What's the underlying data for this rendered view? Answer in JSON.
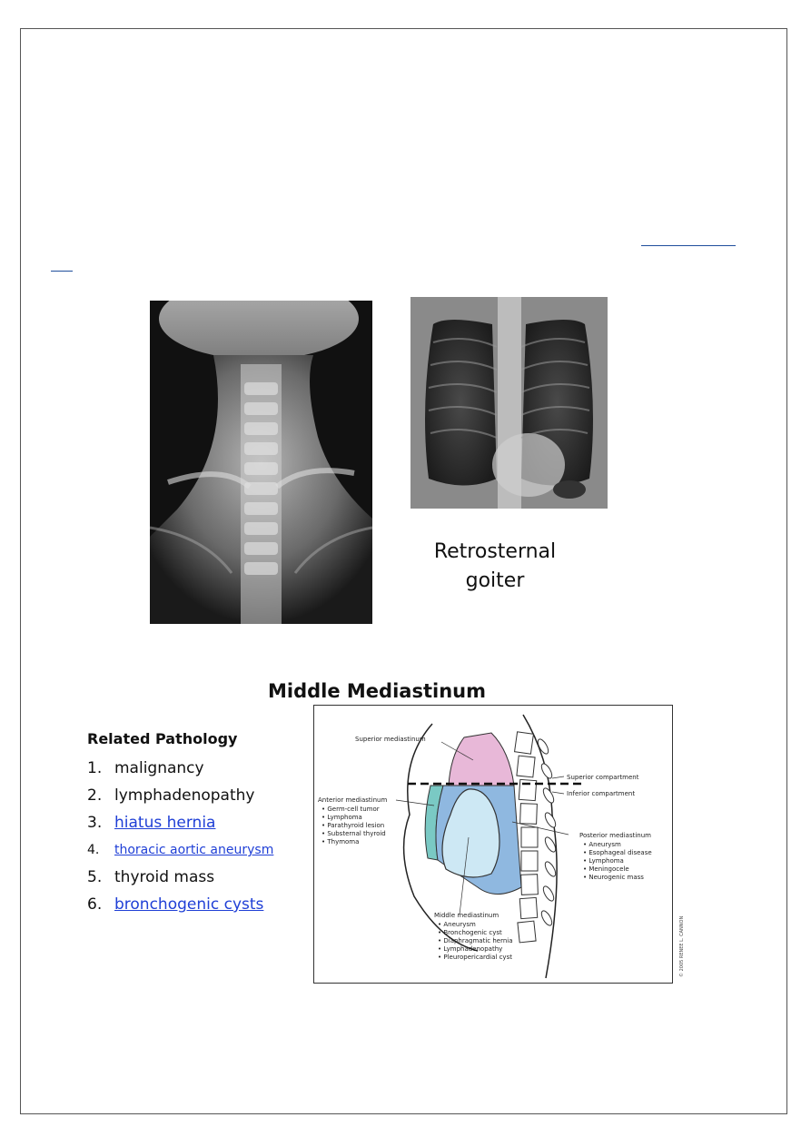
{
  "document": {
    "captions": {
      "retrosternal_line1": "Retrosternal",
      "retrosternal_line2": "goiter"
    },
    "section_title": "Middle Mediastinum",
    "pathology": {
      "heading": "Related Pathology",
      "items": [
        {
          "num": "1.",
          "text": "malignancy",
          "link": false
        },
        {
          "num": "2.",
          "text": "lymphadenopathy",
          "link": false
        },
        {
          "num": "3.",
          "text": "hiatus hernia",
          "link": true
        },
        {
          "num": "4.",
          "text": "thoracic aortic aneurysm",
          "link": true
        },
        {
          "num": "5.",
          "text": "thyroid mass",
          "link": false
        },
        {
          "num": "6.",
          "text": "bronchogenic cysts",
          "link": true
        }
      ]
    },
    "diagram": {
      "superior_mediastinum": "Superior mediastinum",
      "superior_compartment": "Superior compartment",
      "inferior_compartment": "Inferior compartment",
      "anterior": {
        "title": "Anterior mediastinum",
        "items": [
          "• Germ-cell tumor",
          "• Lymphoma",
          "• Parathyroid lesion",
          "• Substernal thyroid",
          "• Thymoma"
        ]
      },
      "posterior": {
        "title": "Posterior mediastinum",
        "items": [
          "• Aneurysm",
          "• Esophageal disease",
          "• Lymphoma",
          "• Meningocele",
          "• Neurogenic mass"
        ]
      },
      "middle": {
        "title": "Middle mediastinum",
        "items": [
          "• Aneurysm",
          "• Bronchogenic cyst",
          "• Diaphragmatic hernia",
          "• Lymphadenopathy",
          "• Pleuropericardial cyst"
        ]
      },
      "copyright": "© 2005 RENEE L. CANNON"
    },
    "colors": {
      "link": "#1f3fd6",
      "superior_region": "#e8b8d8",
      "middle_region": "#cde8f4",
      "posterior_region": "#8fb8e0",
      "anterior_region": "#7ac9c4"
    }
  }
}
